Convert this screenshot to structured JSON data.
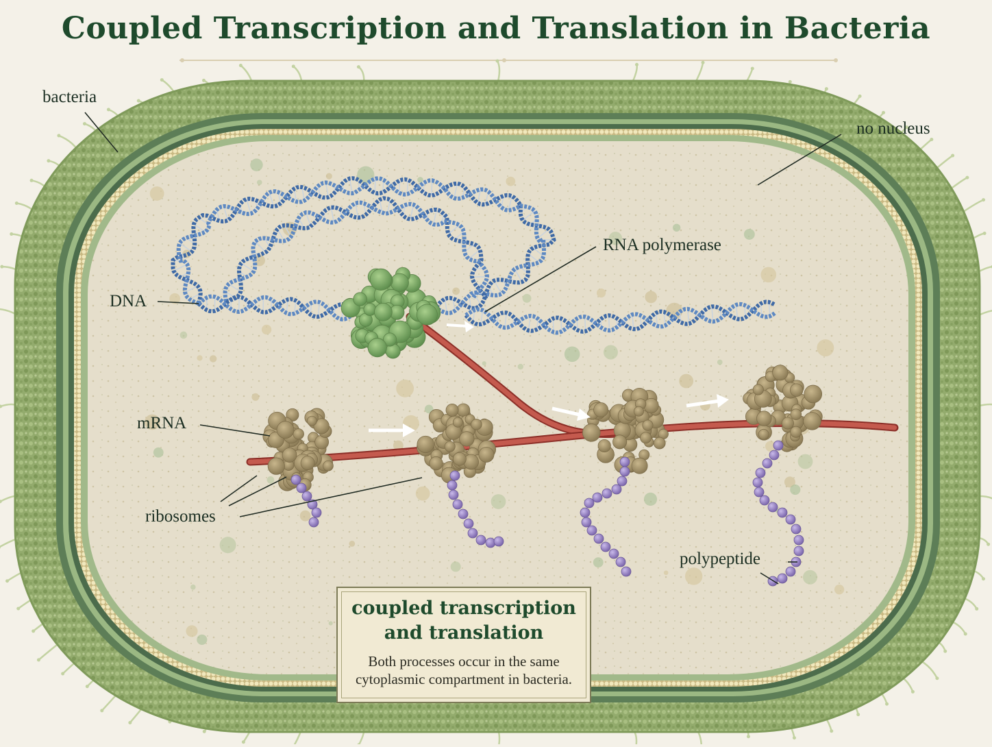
{
  "title": "Coupled Transcription and Translation in Bacteria",
  "labels": {
    "bacteria": "bacteria",
    "no_nucleus": "no nucleus",
    "rna_polymerase": "RNA polymerase",
    "dna": "DNA",
    "mrna": "mRNA",
    "ribosomes": "ribosomes",
    "polypeptide": "polypeptide"
  },
  "caption": {
    "title_line1": "coupled transcription",
    "title_line2": "and translation",
    "text_line1": "Both processes occur in the same",
    "text_line2": "cytoplasmic compartment in bacteria."
  },
  "colors": {
    "cell_wall": "#8fa86a",
    "membrane_dark": "#4f7050",
    "membrane_beads": "#e9dfae",
    "cytoplasm": "#e6dfcb",
    "dna": "#4f79b3",
    "mrna": "#b4463c",
    "polymerase": "#86b26a",
    "ribosome": "#a8966c",
    "polypeptide": "#9a86c4",
    "title": "#1e4a2c"
  }
}
